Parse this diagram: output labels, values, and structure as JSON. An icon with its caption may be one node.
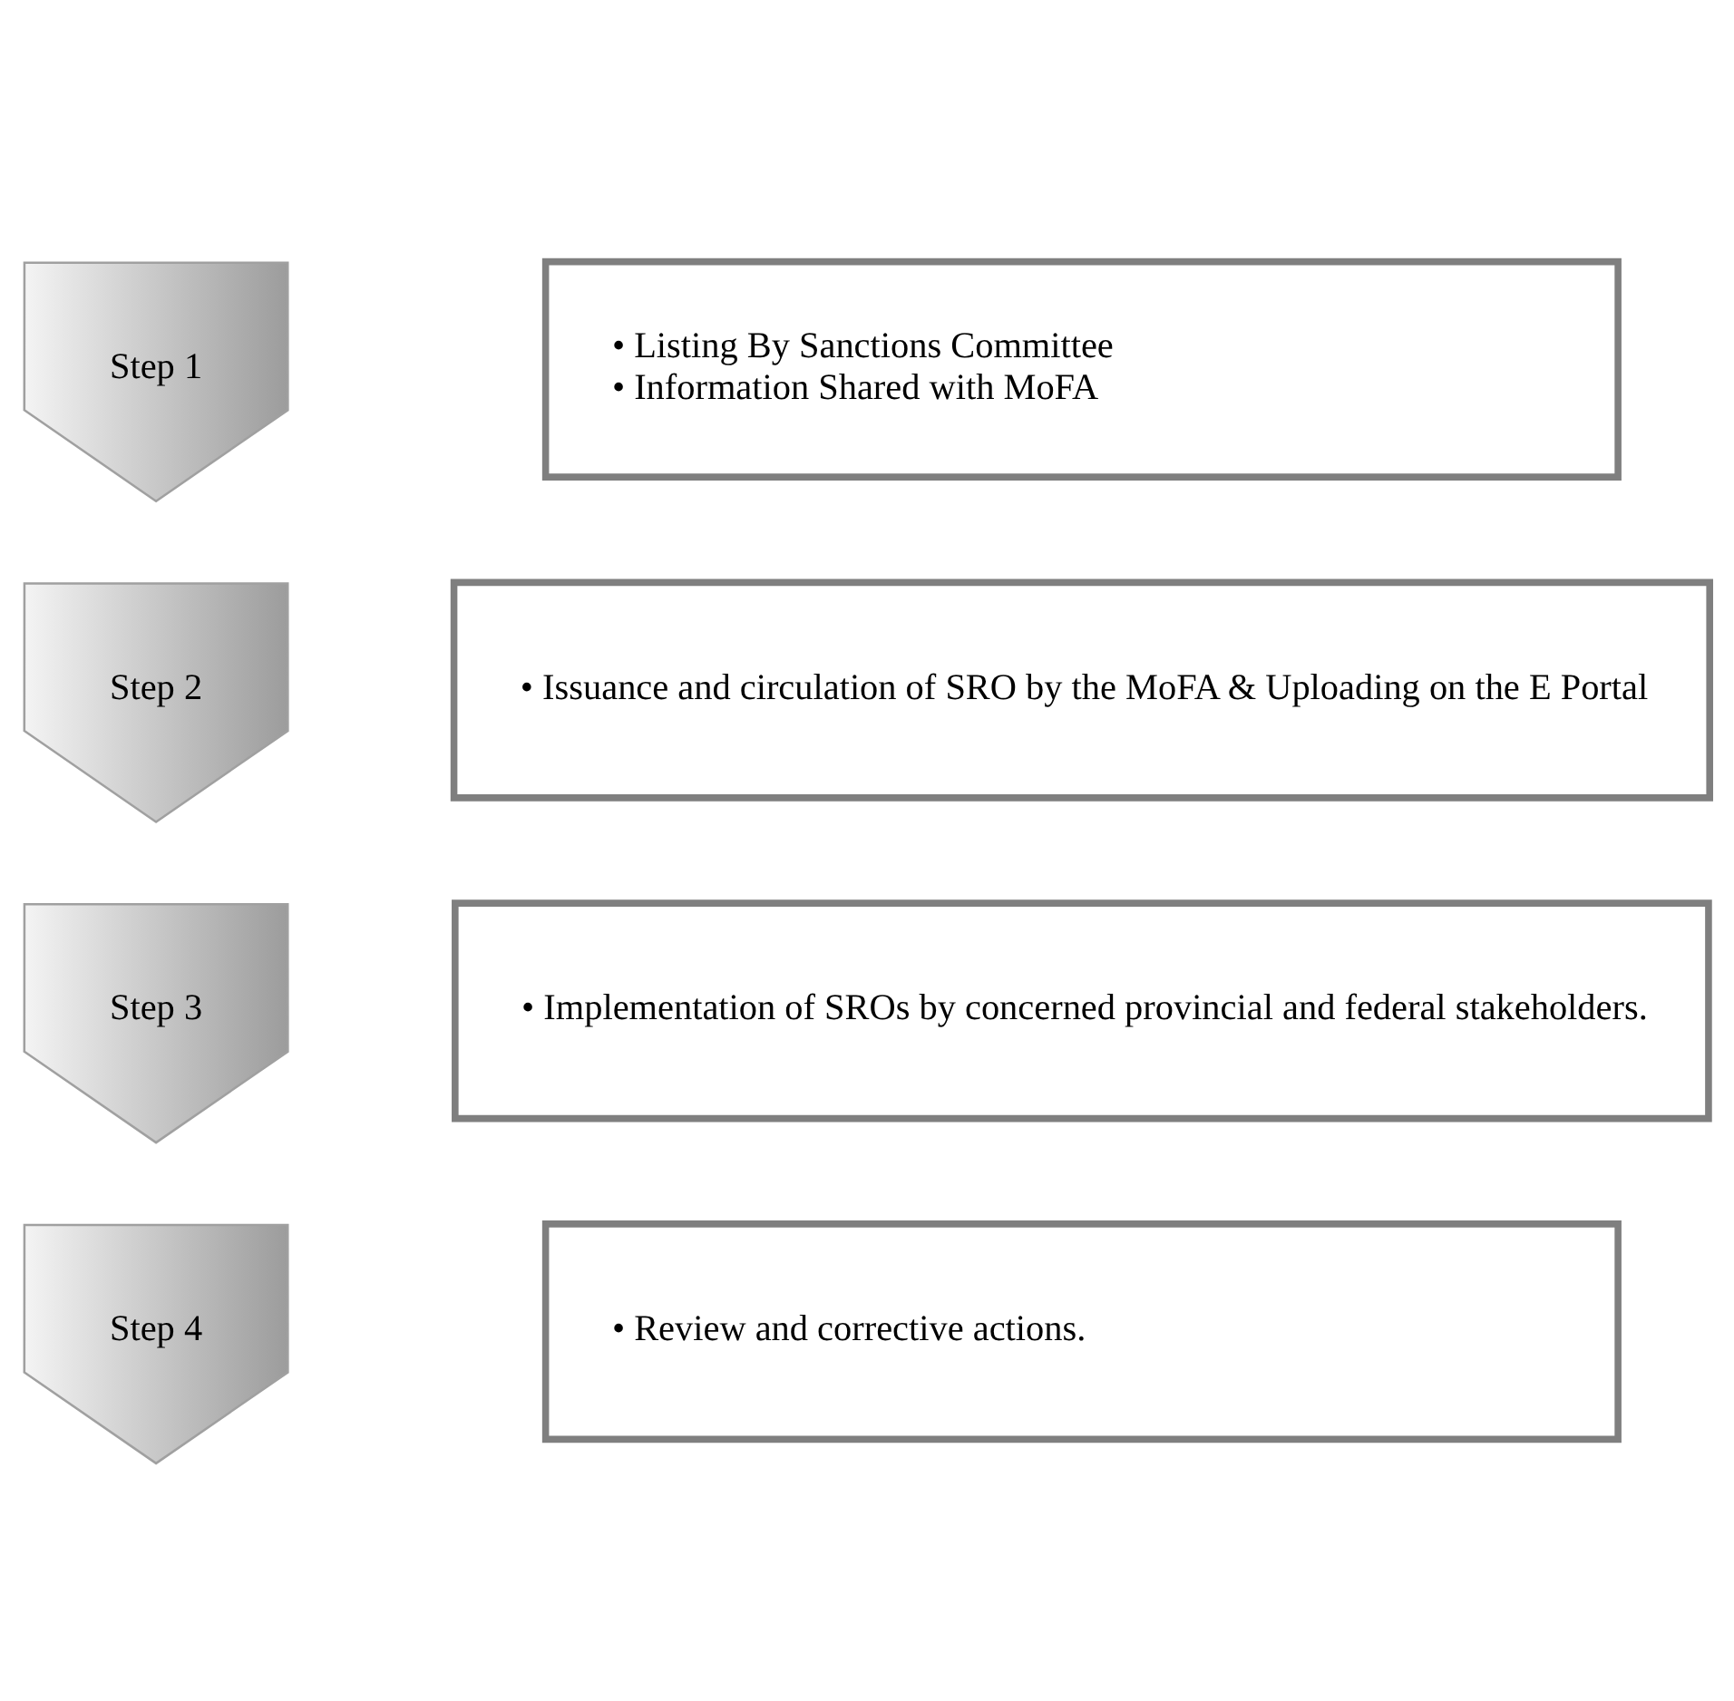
{
  "diagram": {
    "nodes": [
      {
        "text": [
          "Step 1"
        ]
      },
      {
        "text": [
          "• Listing By Sanctions Committee",
          "• Information Shared with MoFA"
        ]
      },
      {
        "text": [
          "Step 2"
        ]
      },
      {
        "text": [
          "• Issuance and circulation of SRO by the MoFA & Uploading on the E Portal"
        ]
      },
      {
        "text": [
          "Step 3"
        ]
      },
      {
        "text": [
          "• Implementation of SROs by concerned provincial and federal stakeholders."
        ]
      },
      {
        "text": [
          "Step 4"
        ]
      },
      {
        "text": [
          "• Review and corrective actions."
        ]
      }
    ]
  }
}
